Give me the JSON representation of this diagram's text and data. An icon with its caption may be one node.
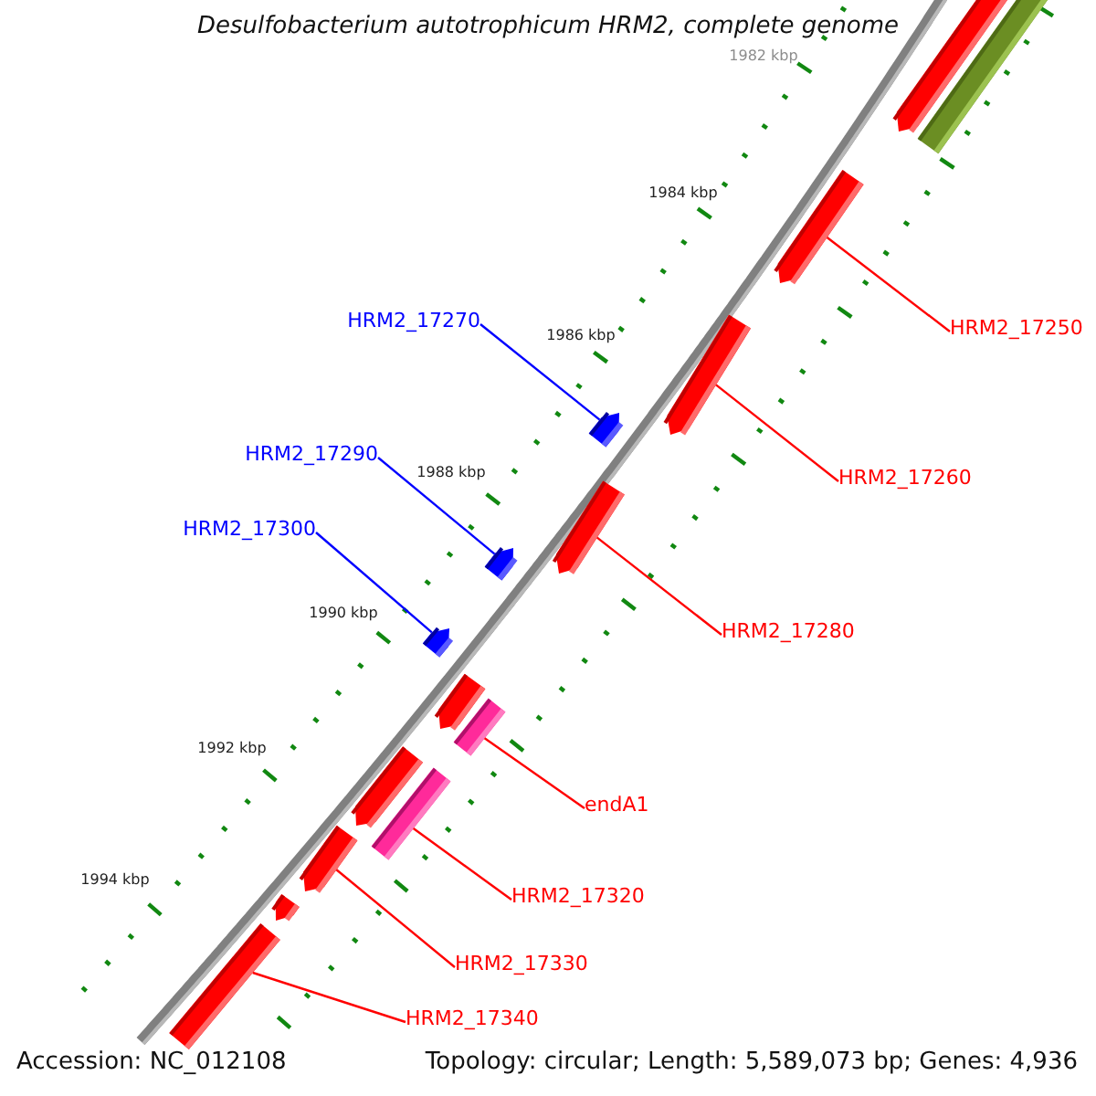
{
  "diagram": {
    "title": "Desulfobacterium autotrophicum HRM2, complete genome",
    "nodes": [
      {
        "text": [
          "HRM2_17270"
        ]
      },
      {
        "text": [
          "HRM2_17250"
        ]
      },
      {
        "text": [
          "HRM2_17290"
        ]
      },
      {
        "text": [
          "HRM2_17260"
        ]
      },
      {
        "text": [
          "HRM2_17300"
        ]
      },
      {
        "text": [
          "HRM2_17280"
        ]
      },
      {
        "text": [
          "endA1"
        ]
      },
      {
        "text": [
          "HRM2_17320"
        ]
      },
      {
        "text": [
          "HRM2_17330"
        ]
      },
      {
        "text": [
          "HRM2_17340"
        ]
      },
      {
        "text": [],
        "shape": "pentagon"
      },
      {
        "text": [],
        "shape": "pentagon"
      },
      {
        "text": [],
        "shape": "pentagon"
      },
      {
        "text": [],
        "shape": "pentagon"
      },
      {
        "text": [],
        "shape": "pentagon"
      },
      {
        "text": [],
        "shape": "pentagon"
      },
      {
        "text": [],
        "shape": "box"
      },
      {
        "text": [],
        "shape": "box"
      },
      {
        "text": [],
        "shape": "pentagon"
      },
      {
        "text": [],
        "shape": "pentagon"
      }
    ],
    "edges": [
      {
        "from": 0,
        "to": 12,
        "arrow": "none",
        "color": "#0000ff"
      },
      {
        "from": 1,
        "to": 10,
        "arrow": "none"
      },
      {
        "from": 2,
        "to": 14,
        "arrow": "none",
        "color": "#0000ff"
      },
      {
        "from": 3,
        "to": 11,
        "arrow": "none"
      },
      {
        "from": 4,
        "to": 15,
        "arrow": "none",
        "color": "#0000ff"
      },
      {
        "from": 5,
        "to": 13,
        "arrow": "none"
      },
      {
        "from": 6,
        "to": 16,
        "arrow": "none"
      },
      {
        "from": 7,
        "to": 17,
        "arrow": "none"
      },
      {
        "from": 8,
        "to": 18,
        "arrow": "none"
      },
      {
        "from": 9,
        "to": 19,
        "arrow": "none"
      }
    ],
    "labels": [
      "1982 kbp",
      "1984 kbp",
      "1986 kbp",
      "1988 kbp",
      "1990 kbp",
      "1992 kbp",
      "1994 kbp",
      "Accession: NC_012108",
      "Topology: circular; Length: 5,589,073 bp; Genes: 4,936"
    ]
  }
}
